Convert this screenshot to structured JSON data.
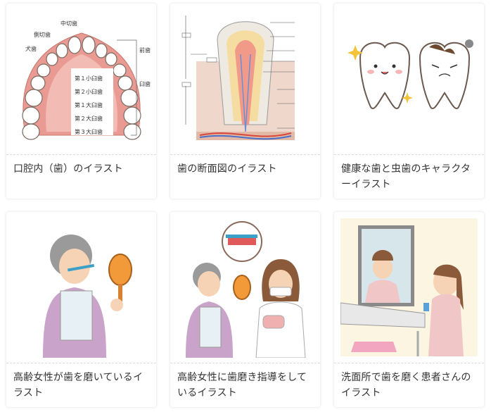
{
  "cards": [
    {
      "title": "口腔内（歯）のイラスト",
      "labels": {
        "central_incisor": "中切歯",
        "lateral_incisor": "側切歯",
        "canine": "犬歯",
        "first_premolar": "第１小臼歯",
        "second_premolar": "第２小臼歯",
        "first_molar": "第１大臼歯",
        "second_molar": "第２大臼歯",
        "third_molar": "第３大臼歯",
        "front_teeth": "前歯",
        "molars": "臼歯"
      }
    },
    {
      "title": "歯の断面図のイラスト"
    },
    {
      "title": "健康な歯と虫歯のキャラクターイラスト"
    },
    {
      "title": "高齢女性が歯を磨いているイラスト"
    },
    {
      "title": "高齢女性に歯磨き指導をしているイラスト"
    },
    {
      "title": "洗面所で歯を磨く患者さんのイラスト"
    }
  ]
}
